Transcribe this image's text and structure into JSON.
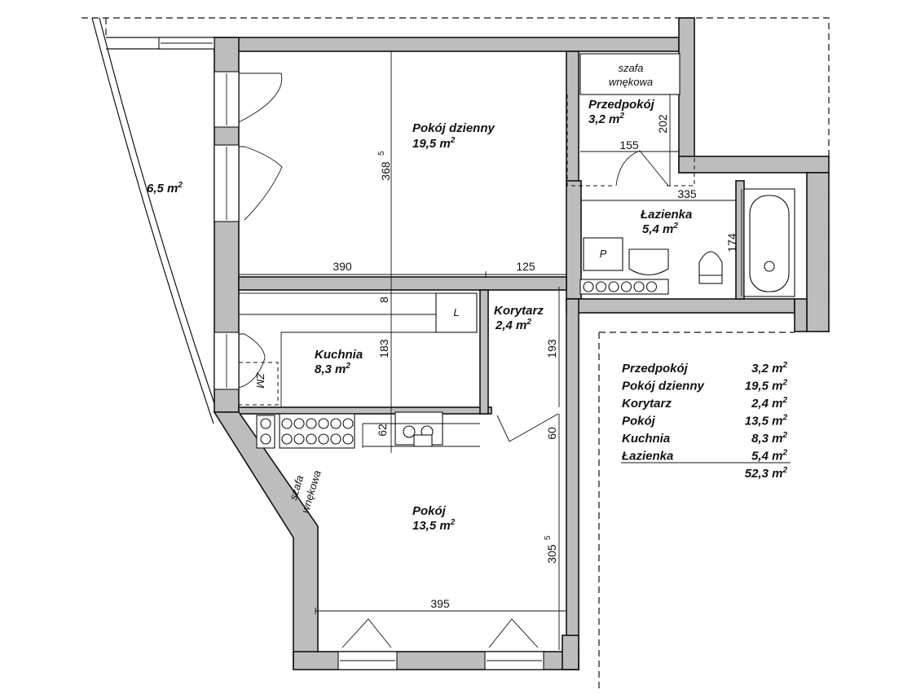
{
  "rooms": {
    "living": {
      "name": "Pokój dzienny",
      "area": "19,5 m",
      "sup": "2"
    },
    "hall": {
      "name": "Przedpokój",
      "area": "3,2 m",
      "sup": "2"
    },
    "bath": {
      "name": "Łazienka",
      "area": "5,4 m",
      "sup": "2"
    },
    "corridor": {
      "name": "Korytarz",
      "area": "2,4 m",
      "sup": "2"
    },
    "kitchen": {
      "name": "Kuchnia",
      "area": "8,3 m",
      "sup": "2"
    },
    "room": {
      "name": "Pokój",
      "area": "13,5 m",
      "sup": "2"
    },
    "balcony": {
      "area": "6,5 m",
      "sup": "2"
    }
  },
  "wardrobe_label": {
    "line1": "szafa",
    "line2": "wnękowa"
  },
  "fixture_labels": {
    "fridge": "L",
    "zm": "ZM",
    "washer": "P"
  },
  "dimensions": {
    "d390": "390",
    "d125": "125",
    "d368": "368",
    "d368_sup": "5",
    "d155": "155",
    "d202": "202",
    "d335": "335",
    "d174": "174",
    "d8": "8",
    "d183": "183",
    "d193": "193",
    "d62": "62",
    "d60": "60",
    "d305": "305",
    "d305_sup": "5",
    "d395": "395"
  },
  "summary": {
    "rows": [
      {
        "name": "Przedpokój",
        "area": "3,2 m",
        "sup": "2"
      },
      {
        "name": "Pokój dzienny",
        "area": "19,5 m",
        "sup": "2"
      },
      {
        "name": "Korytarz",
        "area": "2,4 m",
        "sup": "2"
      },
      {
        "name": "Pokój",
        "area": "13,5 m",
        "sup": "2"
      },
      {
        "name": "Kuchnia",
        "area": "8,3 m",
        "sup": "2"
      },
      {
        "name": "Łazienka",
        "area": "5,4 m",
        "sup": "2"
      }
    ],
    "total": {
      "area": "52,3 m",
      "sup": "2"
    }
  }
}
